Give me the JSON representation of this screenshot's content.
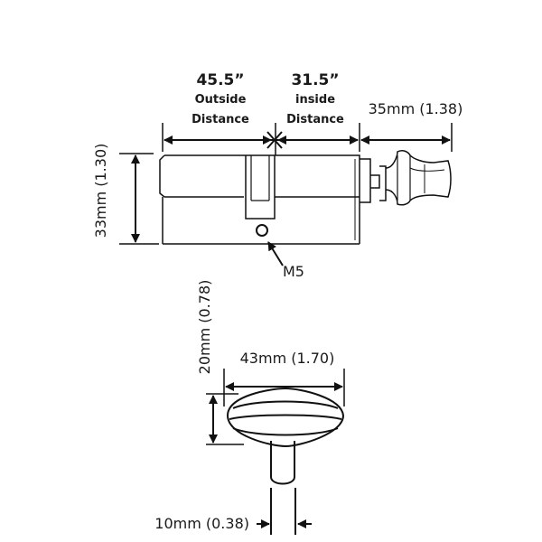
{
  "labels": {
    "outside_value": "45.5”",
    "outside_word1": "Outside",
    "outside_word2": "Distance",
    "inside_value": "31.5”",
    "inside_word1": "inside",
    "inside_word2": "Distance",
    "thumbturn_length": "35mm (1.38)",
    "cylinder_height": "33mm (1.30)",
    "screw": "M5",
    "knob_height": "20mm (0.78)",
    "knob_width": "43mm (1.70)",
    "spindle_width": "10mm (0.38)"
  },
  "colors": {
    "line": "#111111",
    "background": "#ffffff"
  }
}
